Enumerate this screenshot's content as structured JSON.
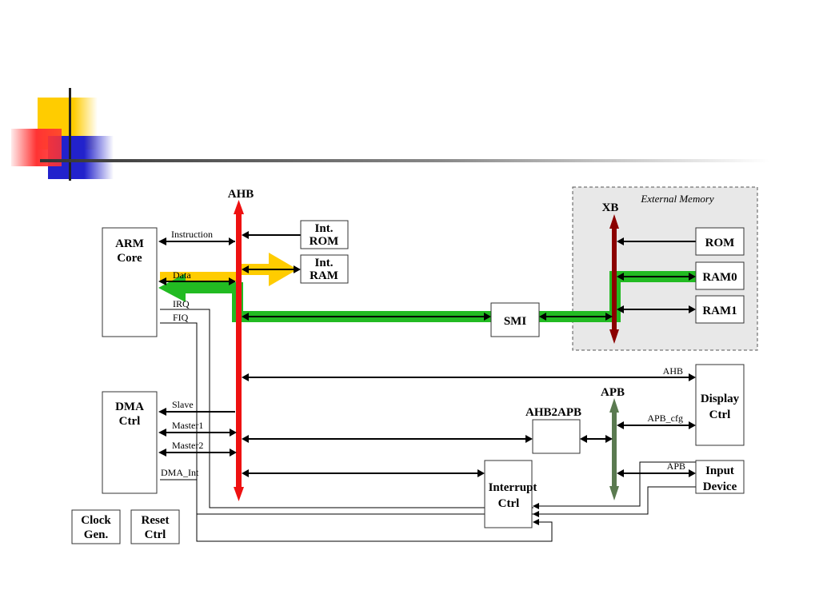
{
  "decoration_colors": {
    "yellow": "#ffcc00",
    "red": "#ff3333",
    "blue": "#2222cc",
    "line": "#333333"
  },
  "bus_colors": {
    "ahb": "#ee1111",
    "xb": "#8b0000",
    "apb": "#5a7a50",
    "data_path": "#22bb22",
    "instr_path": "#ffcc00"
  },
  "buses": {
    "ahb": "AHB",
    "xb": "XB",
    "apb": "APB"
  },
  "external_memory": {
    "label": "External Memory",
    "rom": "ROM",
    "ram0": "RAM0",
    "ram1": "RAM1"
  },
  "blocks": {
    "arm_core": [
      "ARM",
      "Core"
    ],
    "int_rom": [
      "Int.",
      "ROM"
    ],
    "int_ram": [
      "Int.",
      "RAM"
    ],
    "smi": "SMI",
    "dma_ctrl": [
      "DMA",
      "Ctrl"
    ],
    "ahb2apb": "AHB2APB",
    "display_ctrl": [
      "Display",
      "Ctrl"
    ],
    "input_device": [
      "Input",
      "Device"
    ],
    "interrupt_ctrl": [
      "Interrupt",
      "Ctrl"
    ],
    "clock_gen": [
      "Clock",
      "Gen."
    ],
    "reset_ctrl": [
      "Reset",
      "Ctrl"
    ]
  },
  "signals": {
    "instruction": "Instruction",
    "data": "Data",
    "irq": "IRQ",
    "fiq": "FIQ",
    "slave": "Slave",
    "master1": "Master1",
    "master2": "Master2",
    "dma_int": "DMA_Int",
    "ahb": "AHB",
    "apb_cfg": "APB_cfg",
    "apb": "APB"
  }
}
